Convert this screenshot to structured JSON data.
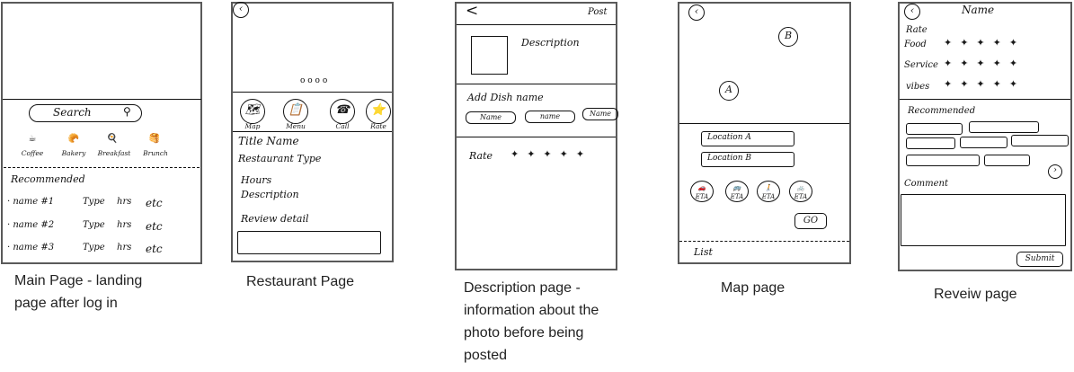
{
  "screens": {
    "main": {
      "caption": "Main Page - landing page after log in",
      "caption_line1": "Main Page - landing",
      "caption_line2": "page after log in",
      "search": "Search",
      "categories": [
        "Coffee",
        "Bakery",
        "Breakfast",
        "Brunch"
      ],
      "recommended": "Recommended",
      "rows": [
        {
          "name": "· name #1",
          "type": "Type",
          "hrs": "hrs",
          "etc": "etc"
        },
        {
          "name": "· name #2",
          "type": "Type",
          "hrs": "hrs",
          "etc": "etc"
        },
        {
          "name": "· name #3",
          "type": "Type",
          "hrs": "hrs",
          "etc": "etc"
        }
      ]
    },
    "restaurant": {
      "caption": "Restaurant Page",
      "dots": "o o o o",
      "buttons": [
        "Map",
        "Menu",
        "Call",
        "Rate"
      ],
      "title": "Title Name",
      "type": "Restaurant Type",
      "hours": "Hours",
      "description": "Description",
      "review": "Review detail"
    },
    "description": {
      "caption_lines": [
        "Description page -",
        "information about the",
        "photo before being",
        "posted"
      ],
      "back": "<",
      "post": "Post",
      "description": "Description",
      "add_dish": "Add Dish name",
      "names": [
        "Name",
        "name",
        "Name"
      ],
      "rate": "Rate"
    },
    "map": {
      "caption": "Map page",
      "node_a": "A",
      "node_b": "B",
      "location_a": "Location A",
      "location_b": "Location B",
      "eta": [
        "ETA",
        "ETA",
        "ETA",
        "ETA"
      ],
      "go": "GO",
      "list": "List"
    },
    "review": {
      "caption": "Reveiw page",
      "title": "Name",
      "rate": "Rate",
      "food": "Food",
      "service": "Service",
      "vibes": "vibes",
      "recommended": "Recommended",
      "comment": "Comment",
      "submit": "Submit"
    }
  }
}
